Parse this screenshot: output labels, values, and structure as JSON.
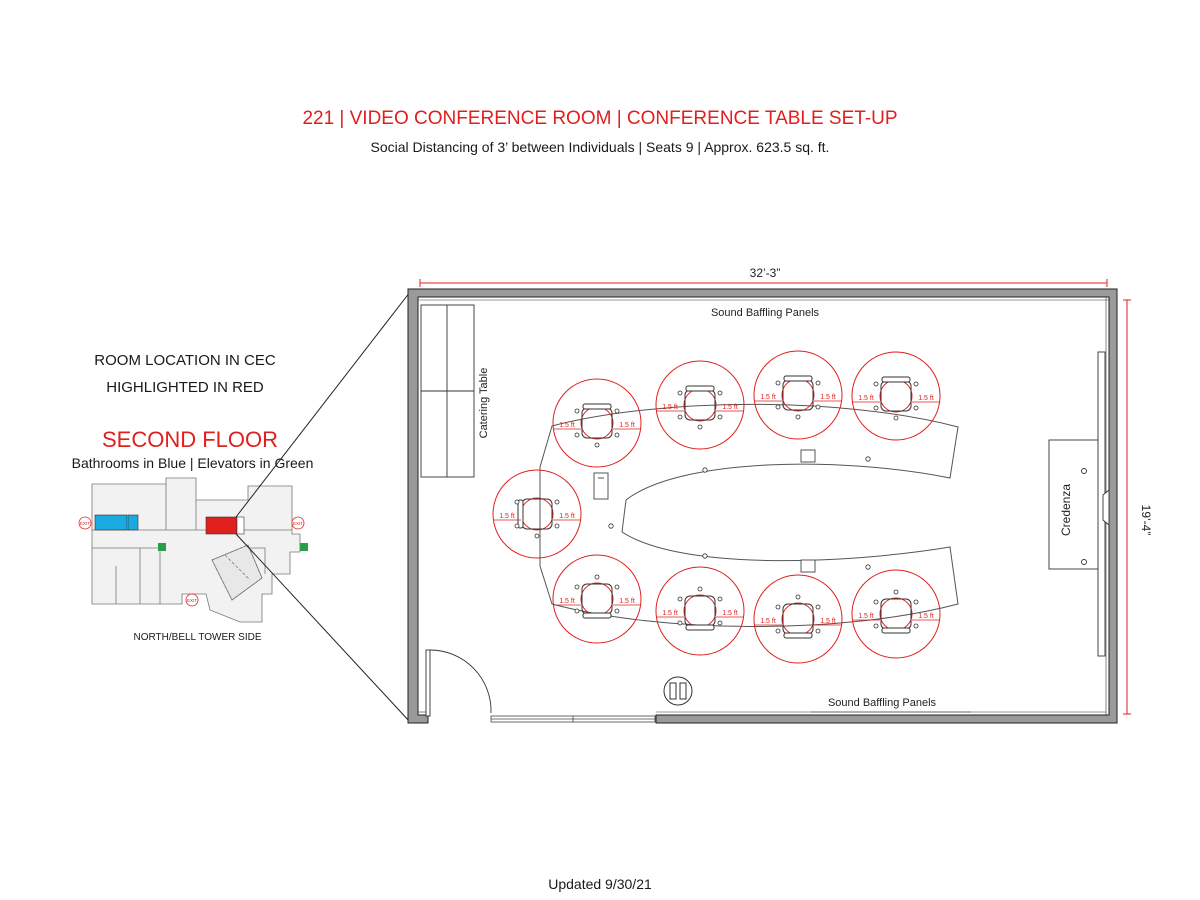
{
  "header": {
    "title": "221 | VIDEO CONFERENCE ROOM | CONFERENCE TABLE SET-UP",
    "subtitle": "Social Distancing of 3’ between Individuals | Seats 9 | Approx. 623.5 sq. ft."
  },
  "location": {
    "line1": "ROOM LOCATION IN CEC",
    "line2": "HIGHLIGHTED IN RED",
    "floor": "SECOND FLOOR",
    "legend": "Bathrooms in Blue | Elevators in Green",
    "orientation": "NORTH/BELL TOWER SIDE",
    "exit_label": "EXIT"
  },
  "room": {
    "width_dim": "32’-3”",
    "height_dim": "19’-4”",
    "top_wall_label": "Sound Baffling Panels",
    "bottom_wall_label": "Sound Baffling Panels",
    "catering_label": "Catering Table",
    "credenza_label": "Credenza",
    "seat_radius_label": "1.5 ft",
    "seats": 9
  },
  "colors": {
    "highlight": "#e0201e",
    "bathroom": "#1aa9e0",
    "elevator": "#2a9d48",
    "line": "#333333"
  },
  "footer": {
    "updated": "Updated 9/30/21"
  }
}
